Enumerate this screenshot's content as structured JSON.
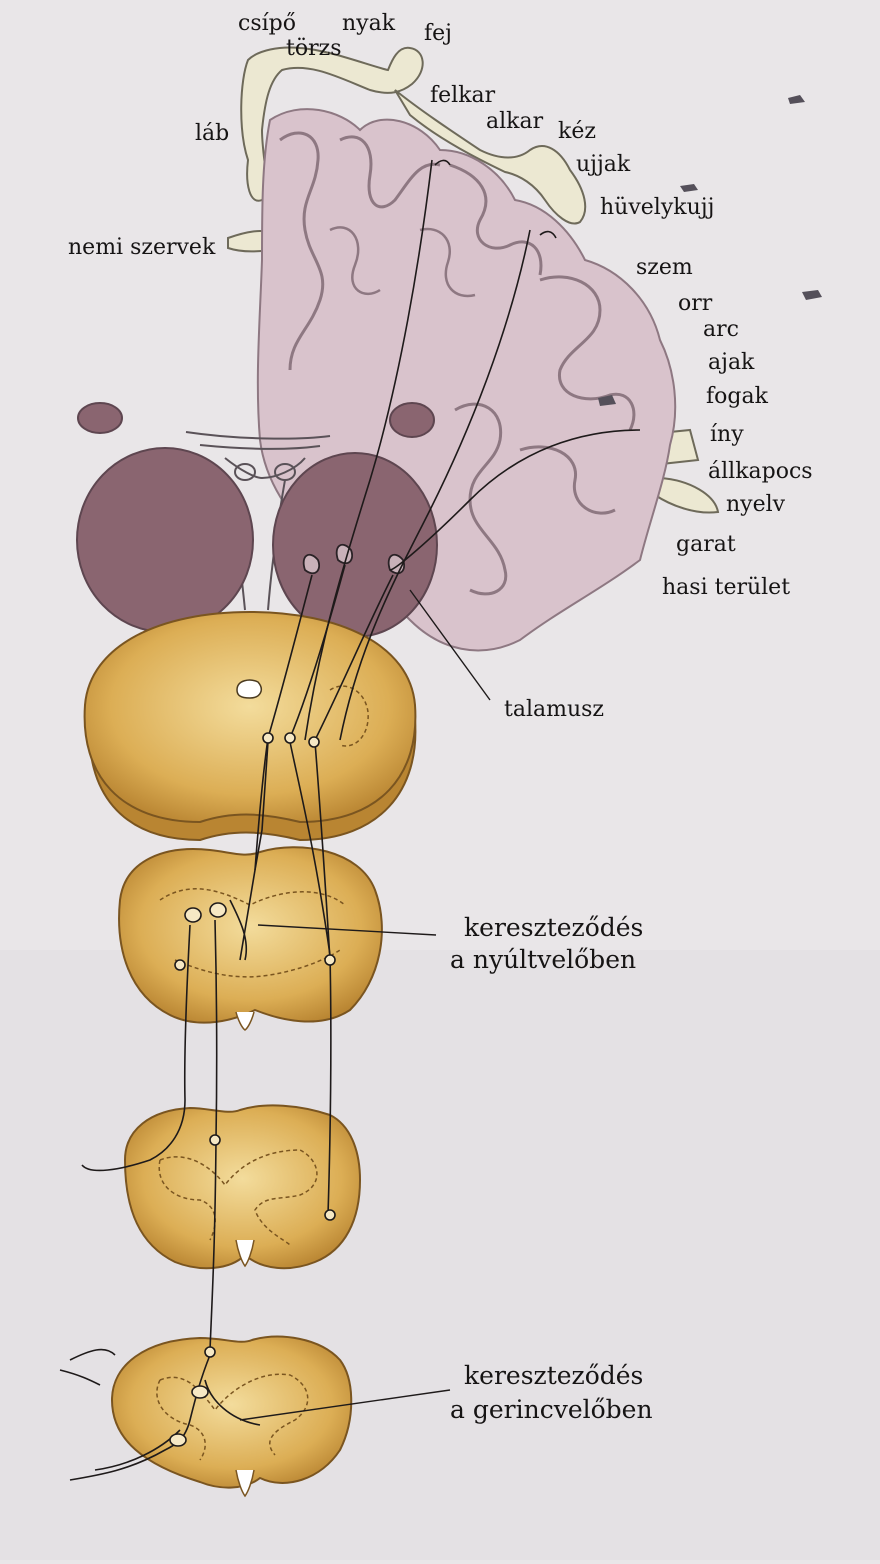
{
  "labels": {
    "csipo": "csípő",
    "nyak": "nyak",
    "fej": "fej",
    "torzs": "törzs",
    "felkar": "felkar",
    "lab": "láb",
    "alkar": "alkar",
    "kez": "kéz",
    "ujjak": "ujjak",
    "huvelykujj": "hüvelykujj",
    "nemi_szervek": "nemi szervek",
    "szem": "szem",
    "orr": "orr",
    "arc": "arc",
    "ajak": "ajak",
    "fogak": "fogak",
    "iny": "íny",
    "allkapocs": "állkapocs",
    "nyelv": "nyelv",
    "garat": "garat",
    "hasi_terulet": "hasi terület",
    "talamusz": "talamusz",
    "keresztezodes_1": "kereszteződés",
    "nyultvelo": "a nyúltvelőben",
    "keresztezodes_2": "kereszteződés",
    "gerincvelo": "a gerincvelőben"
  },
  "colors": {
    "cortex": "#d9c3cc",
    "cortex_edge": "#8e7882",
    "thalamus": "#8a6570",
    "spinal_tissue": "#c99a3a",
    "spinal_light": "#f0d490",
    "background": "#e9e6e8"
  }
}
